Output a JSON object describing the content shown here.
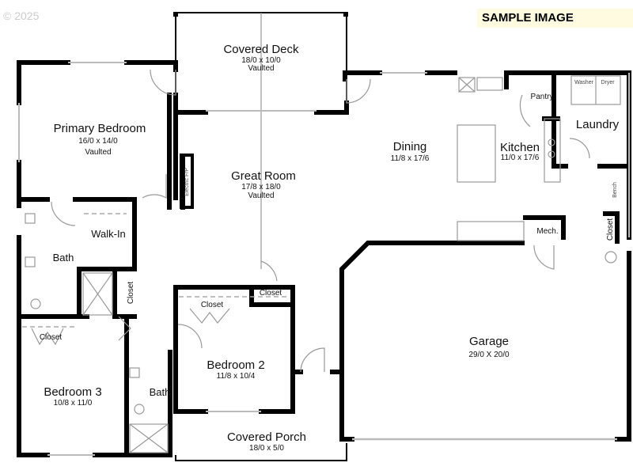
{
  "watermark": {
    "copyright": "© 2025",
    "sample_label": "SAMPLE IMAGE"
  },
  "rooms": {
    "covered_deck": {
      "name": "Covered Deck",
      "dims": "18/0 x 10/0",
      "note": "Vaulted"
    },
    "primary_bedroom": {
      "name": "Primary Bedroom",
      "dims": "16/0 x 14/0",
      "note": "Vaulted"
    },
    "great_room": {
      "name": "Great Room",
      "dims": "17/8 x 18/0",
      "note": "Vaulted"
    },
    "dining": {
      "name": "Dining",
      "dims": "11/8 x 17/6"
    },
    "kitchen": {
      "name": "Kitchen",
      "dims": "11/0 x 17/6"
    },
    "pantry": {
      "name": "Pantry"
    },
    "laundry": {
      "name": "Laundry"
    },
    "washer": "Washer",
    "dryer": "Dryer",
    "bench": "Bench",
    "electric_fp": "Electric F/P",
    "mech": {
      "name": "Mech."
    },
    "closet_laundry": {
      "name": "Closet"
    },
    "walk_in": {
      "name": "Walk-In"
    },
    "primary_bath": {
      "name": "Bath"
    },
    "primary_closet": {
      "name": "Closet"
    },
    "hall_closet": {
      "name": "Closet"
    },
    "bedroom2_closet": {
      "name": "Closet"
    },
    "bedroom3_closet": {
      "name": "Closet"
    },
    "bedroom2": {
      "name": "Bedroom 2",
      "dims": "11/8 x 10/4"
    },
    "bedroom3": {
      "name": "Bedroom 3",
      "dims": "10/8 x 11/0"
    },
    "hall_bath": {
      "name": "Bath"
    },
    "covered_porch": {
      "name": "Covered Porch",
      "dims": "18/0 x 5/0"
    },
    "garage": {
      "name": "Garage",
      "dims": "29/0 X 20/0"
    }
  }
}
